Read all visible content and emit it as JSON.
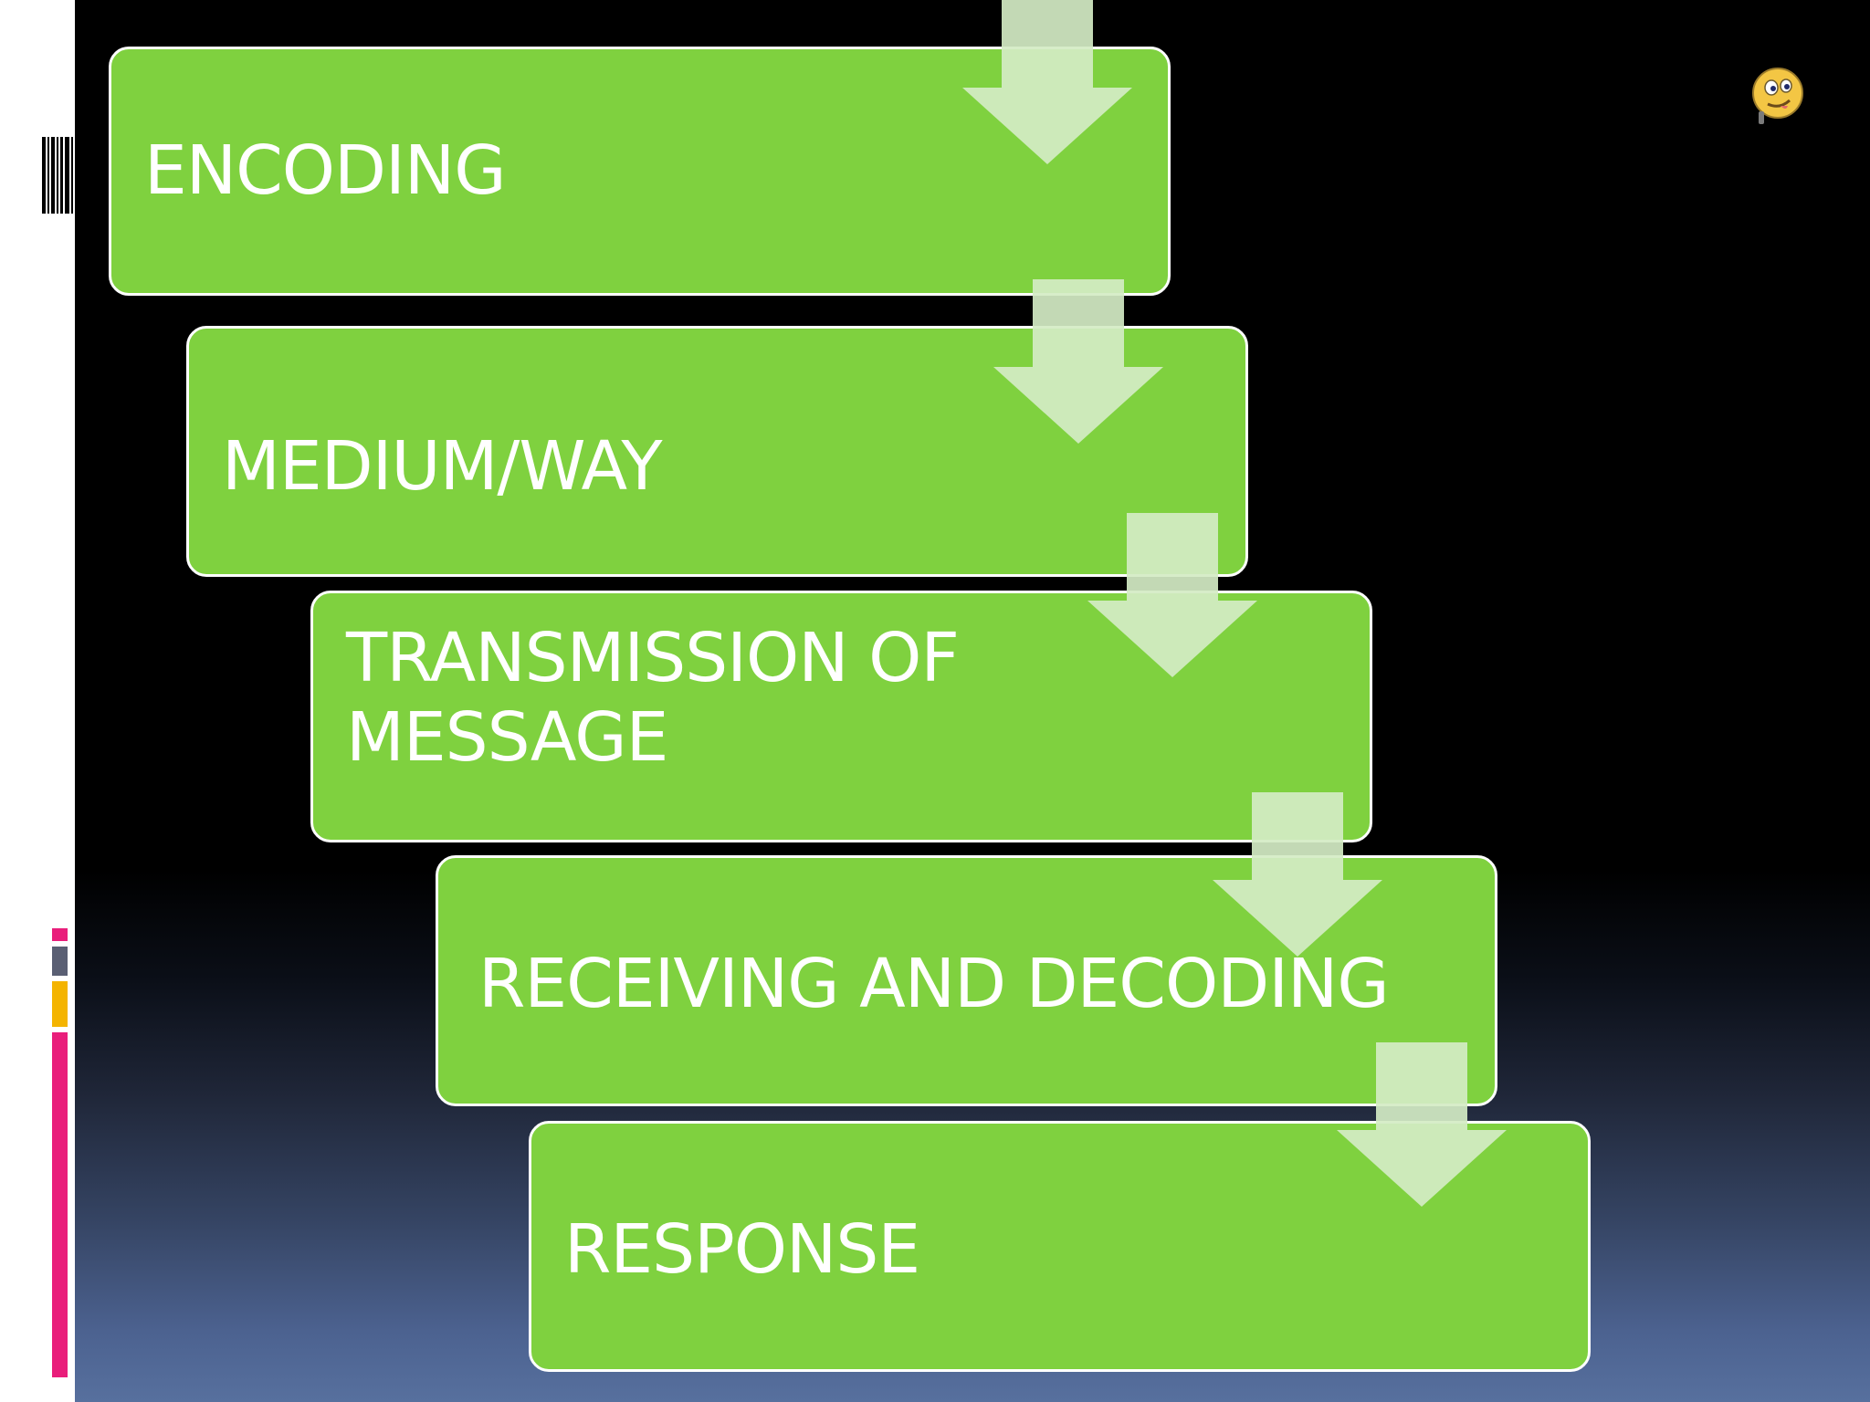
{
  "diagram": {
    "steps": [
      {
        "id": "encoding",
        "label": "ENCODING"
      },
      {
        "id": "medium-way",
        "label": "MEDIUM/WAY"
      },
      {
        "id": "transmission",
        "label": "TRANSMISSION OF\nMESSAGE"
      },
      {
        "id": "receiving-decoding",
        "label": "RECEIVING AND DECODING"
      },
      {
        "id": "response",
        "label": "RESPONSE"
      }
    ],
    "connector_icon": "down-arrow-icon",
    "box_color": "#7fd13f",
    "box_border_color": "#ffffff",
    "arrow_color": "#d4ecc4",
    "text_color": "#ffffff"
  },
  "decorations": {
    "corner_icon": "smiley-face-icon",
    "side_accent_colors": [
      "#e91e7b",
      "#5a5f73",
      "#f4b400",
      "#e91e7b"
    ],
    "background_colors": [
      "#000000",
      "#57709e"
    ]
  }
}
